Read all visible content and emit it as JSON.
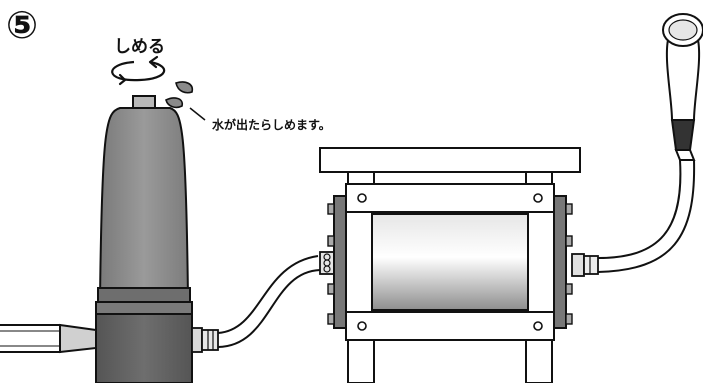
{
  "step": {
    "number": "⑤"
  },
  "labels": {
    "tighten": "しめる",
    "instruction": "水が出たらしめます。"
  },
  "colors": {
    "outline": "#111111",
    "filter_body": "#8a8a8a",
    "filter_dark": "#5a5a5a",
    "metal": "#c8c8c8",
    "frame": "#ffffff"
  },
  "icons": {
    "rotate": "rotate-arrow-icon",
    "water": "water-drop-icon"
  }
}
